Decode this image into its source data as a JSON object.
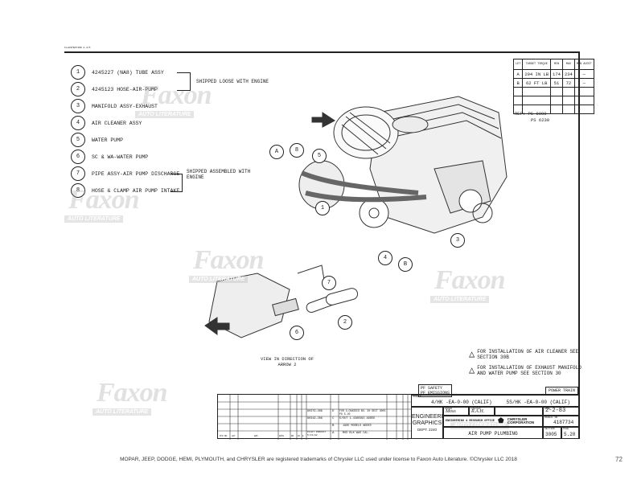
{
  "header_code": "ILLUSTRATION 2-4/5",
  "parts": [
    {
      "num": "1",
      "label": "4245227 (NA8) TUBE ASSY"
    },
    {
      "num": "2",
      "label": "4245123 HOSE-AIR-PUMP"
    },
    {
      "num": "3",
      "label": "MANIFOLD ASSY-EXHAUST"
    },
    {
      "num": "4",
      "label": "AIR CLEANER ASSY"
    },
    {
      "num": "5",
      "label": "WATER PUMP"
    },
    {
      "num": "6",
      "label": "SC & WA-WATER PUMP"
    },
    {
      "num": "7",
      "label": "PIPE ASSY-AIR PUMP DISCHARGE"
    },
    {
      "num": "8",
      "label": "HOSE & CLAMP AIR PUMP INTAKE"
    }
  ],
  "shipped_loose": "SHIPPED   LOOSE    WITH ENGINE",
  "shipped_assembled": "SHIPPED ASSEMBLED WITH ENGINE",
  "torque_table": {
    "headers": [
      "LET",
      "TARGET TORQUE",
      "MIN",
      "MAX",
      "MIN AUDIT"
    ],
    "rows": [
      [
        "A",
        "204 IN LB",
        "174",
        "234",
        "—"
      ],
      [
        "B",
        "62 FT LB",
        "51",
        "72",
        "—"
      ],
      [
        "",
        "",
        "",
        "",
        ""
      ],
      [
        "",
        "",
        "",
        "",
        ""
      ],
      [
        "",
        "",
        "",
        "",
        ""
      ]
    ]
  },
  "ref": [
    "REF: PS 8009",
    "PS 6239"
  ],
  "view_label": "VIEW IN DIRECTION OF ARROW 2",
  "notes": [
    {
      "num": "2",
      "text": "FOR INSTALLATION OF AIR CLEANER SEE SECTION 30B"
    },
    {
      "num": "1",
      "text": "FOR INSTALLATION OF EXHAUST MANIFOLD AND WATER PUMP SEE SECTION 30"
    }
  ],
  "callouts": [
    "1",
    "2",
    "3",
    "4",
    "5",
    "6",
    "7",
    "8",
    "A",
    "B"
  ],
  "title_block": {
    "pf": [
      "PF SAFETY",
      "PF EMISSIONS"
    ],
    "category": "POWER TRAIN",
    "models_label": "MODELS",
    "models": "4/HK -EA-0-00 (CALIF)     5S/HK -EA-0-00 (CALIF)",
    "dept": [
      "ENGINEERING",
      "GRAPHICS",
      "DEPT. 2240"
    ],
    "drawn_label": "DRAWN",
    "drawn": "Moss",
    "checked_label": "CHECKED",
    "checked": "R.A.H.",
    "date_label": "DATE",
    "date": "2-2-83",
    "manual_label": "MANUAL NO.",
    "manual": "4187734",
    "company": "ENGINEERING & RESEARCH OFFICE",
    "brand": "CHRYSLER CORPORATION",
    "title": "AIR PUMP PLUMBING",
    "section_label": "SECTION",
    "section": "3005",
    "page_label": "PAGE",
    "page": "5.20",
    "revisions": [
      {
        "pcn": "80379-266",
        "let": "D",
        "was": "FOR 3-CHASSIS NO. 30 SECT 3005 PG 5.20"
      },
      {
        "pcn": "80319-266",
        "let": "C",
        "was": "5/OUT 1-4380363 ADDED"
      },
      {
        "pcn": "",
        "let": "B",
        "was": "1985 MODELS ADDED"
      },
      {
        "pcn": "PILOT PRODUCT 5/13/82",
        "let": "A",
        "was": "MOD BLK WAS CAL."
      }
    ],
    "rev_headers": [
      "PCN NO.",
      "LET",
      "WAS",
      "DATE",
      "DR",
      "CK",
      "E"
    ]
  },
  "watermark": {
    "brand": "Faxon",
    "sub": "AUTO LITERATURE"
  },
  "footer": "MOPAR, JEEP, DODGE, HEMI, PLYMOUTH, and CHRYSLER are registered trademarks of Chrysler LLC used under license to Faxon Auto Literature. ©Chrysler LLC 2018",
  "page_number": "72"
}
